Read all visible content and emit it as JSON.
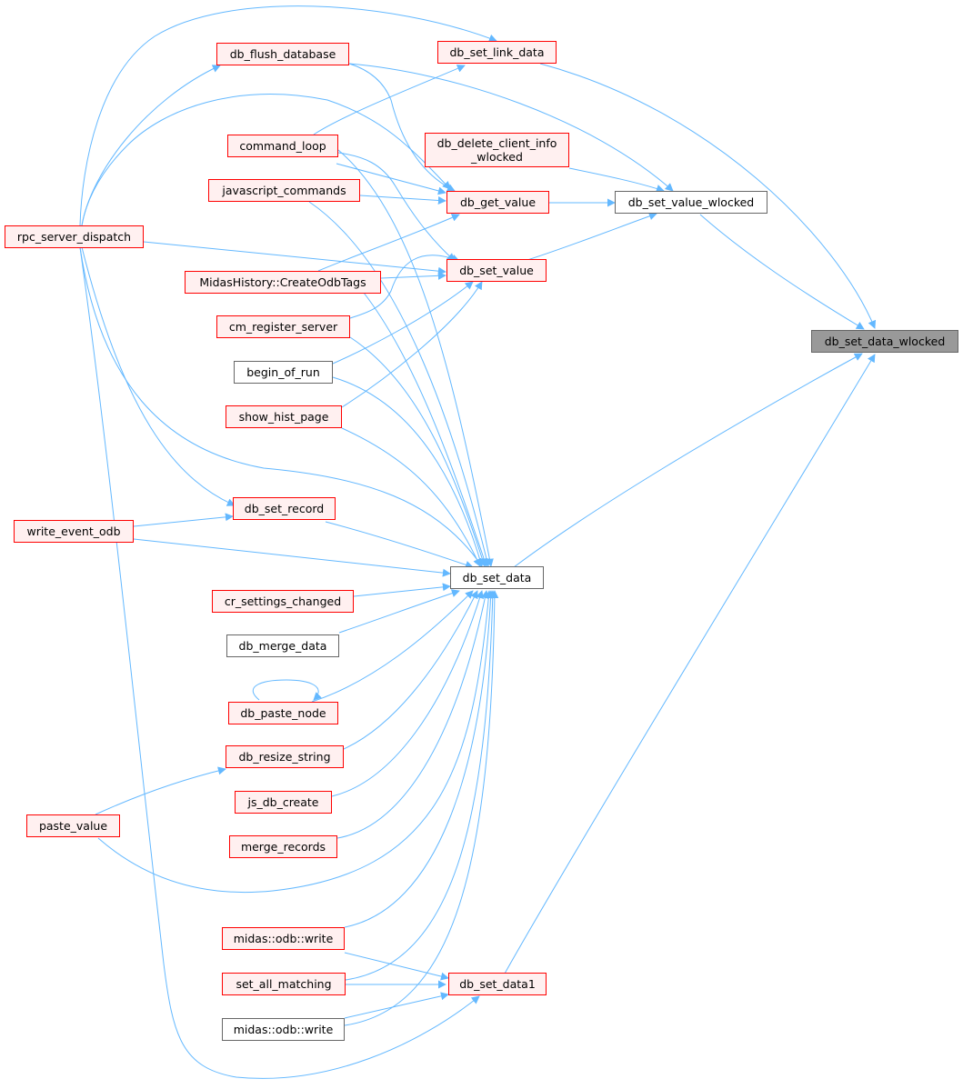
{
  "colors": {
    "edge": "#63b8ff",
    "root_fill": "#999999",
    "linked_border": "#ff0000",
    "linked_fill": "#fff0f0",
    "plain_border": "#666666"
  },
  "nodes": {
    "db_set_data_wlocked": "db_set_data_wlocked",
    "db_set_link_data": "db_set_link_data",
    "db_flush_database": "db_flush_database",
    "db_delete_client_info_1": "db_delete_client_info",
    "db_delete_client_info_2": "_wlocked",
    "command_loop": "command_loop",
    "javascript_commands": "javascript_commands",
    "db_get_value": "db_get_value",
    "db_set_value_wlocked": "db_set_value_wlocked",
    "rpc_server_dispatch": "rpc_server_dispatch",
    "db_set_value": "db_set_value",
    "MidasHistory_CreateOdbTags": "MidasHistory::CreateOdbTags",
    "cm_register_server": "cm_register_server",
    "begin_of_run": "begin_of_run",
    "show_hist_page": "show_hist_page",
    "db_set_record": "db_set_record",
    "write_event_odb": "write_event_odb",
    "db_set_data": "db_set_data",
    "cr_settings_changed": "cr_settings_changed",
    "db_merge_data": "db_merge_data",
    "db_paste_node": "db_paste_node",
    "db_resize_string": "db_resize_string",
    "js_db_create": "js_db_create",
    "paste_value": "paste_value",
    "merge_records": "merge_records",
    "midas_odb_write_1": "midas::odb::write",
    "set_all_matching": "set_all_matching",
    "db_set_data1": "db_set_data1",
    "midas_odb_write_2": "midas::odb::write"
  }
}
